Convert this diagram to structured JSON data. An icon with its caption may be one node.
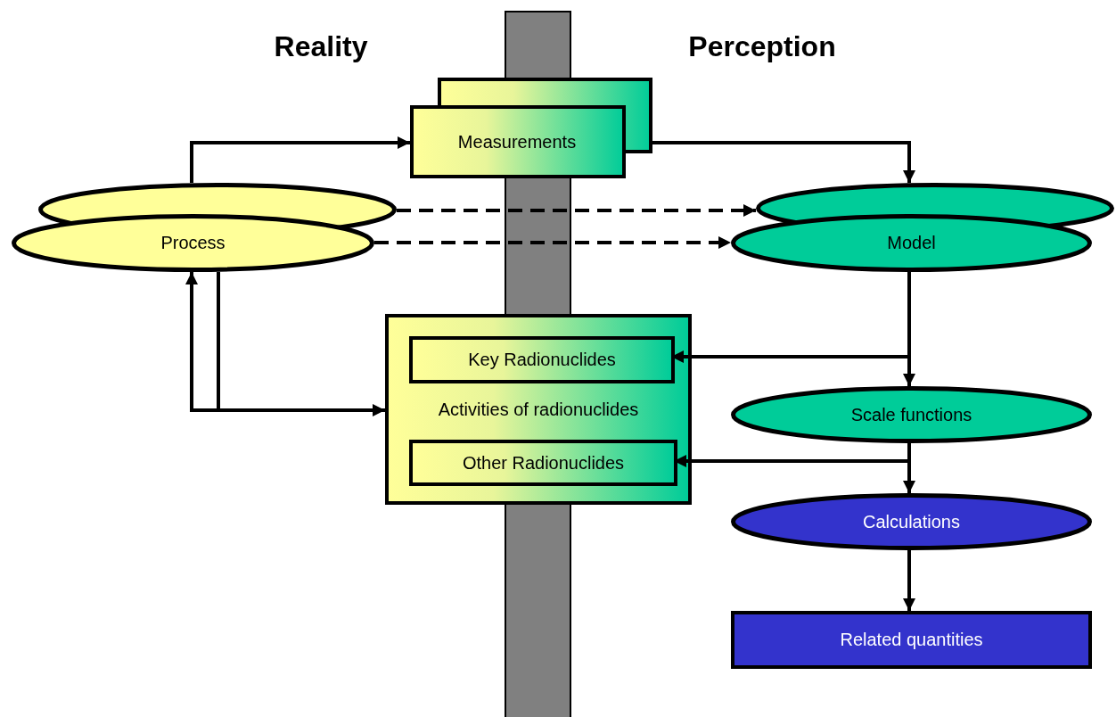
{
  "diagram": {
    "nodes": [
      {
        "text": [],
        "shape": "ellipse"
      },
      {
        "text": [
          "Process"
        ]
      },
      {
        "text": [
          "Measurements"
        ]
      },
      {
        "text": [],
        "shape": "ellipse"
      },
      {
        "text": [
          "Model"
        ]
      },
      {
        "text": [
          "Activities of radionuclides"
        ]
      },
      {
        "text": [
          "Key Radionuclides"
        ],
        "in": 5
      },
      {
        "text": [
          "Other Radionuclides"
        ],
        "in": 5
      },
      {
        "text": [
          "Scale functions"
        ]
      },
      {
        "text": [
          "Calculations"
        ]
      },
      {
        "text": [
          "Related quantities"
        ]
      }
    ],
    "edges": [
      {
        "from": 0,
        "to": 2,
        "arrow": "to"
      },
      {
        "from": 0,
        "to": 3,
        "arrow": "to",
        "style": "dashed"
      },
      {
        "from": 1,
        "to": 4,
        "arrow": "to",
        "style": "dashed"
      },
      {
        "from": 2,
        "to": 3,
        "arrow": "to"
      },
      {
        "from": 4,
        "to": 8,
        "arrow": "to"
      },
      {
        "from": 4,
        "to": 6,
        "arrow": "to"
      },
      {
        "from": 8,
        "to": 7,
        "arrow": "to"
      },
      {
        "from": 8,
        "to": 9,
        "arrow": "to"
      },
      {
        "from": 9,
        "to": 10,
        "arrow": "to"
      },
      {
        "from": 1,
        "to": 5,
        "arrow": "to"
      },
      {
        "from": 5,
        "to": 1,
        "arrow": "to"
      }
    ],
    "labels": [
      "Reality",
      "Perception"
    ]
  }
}
